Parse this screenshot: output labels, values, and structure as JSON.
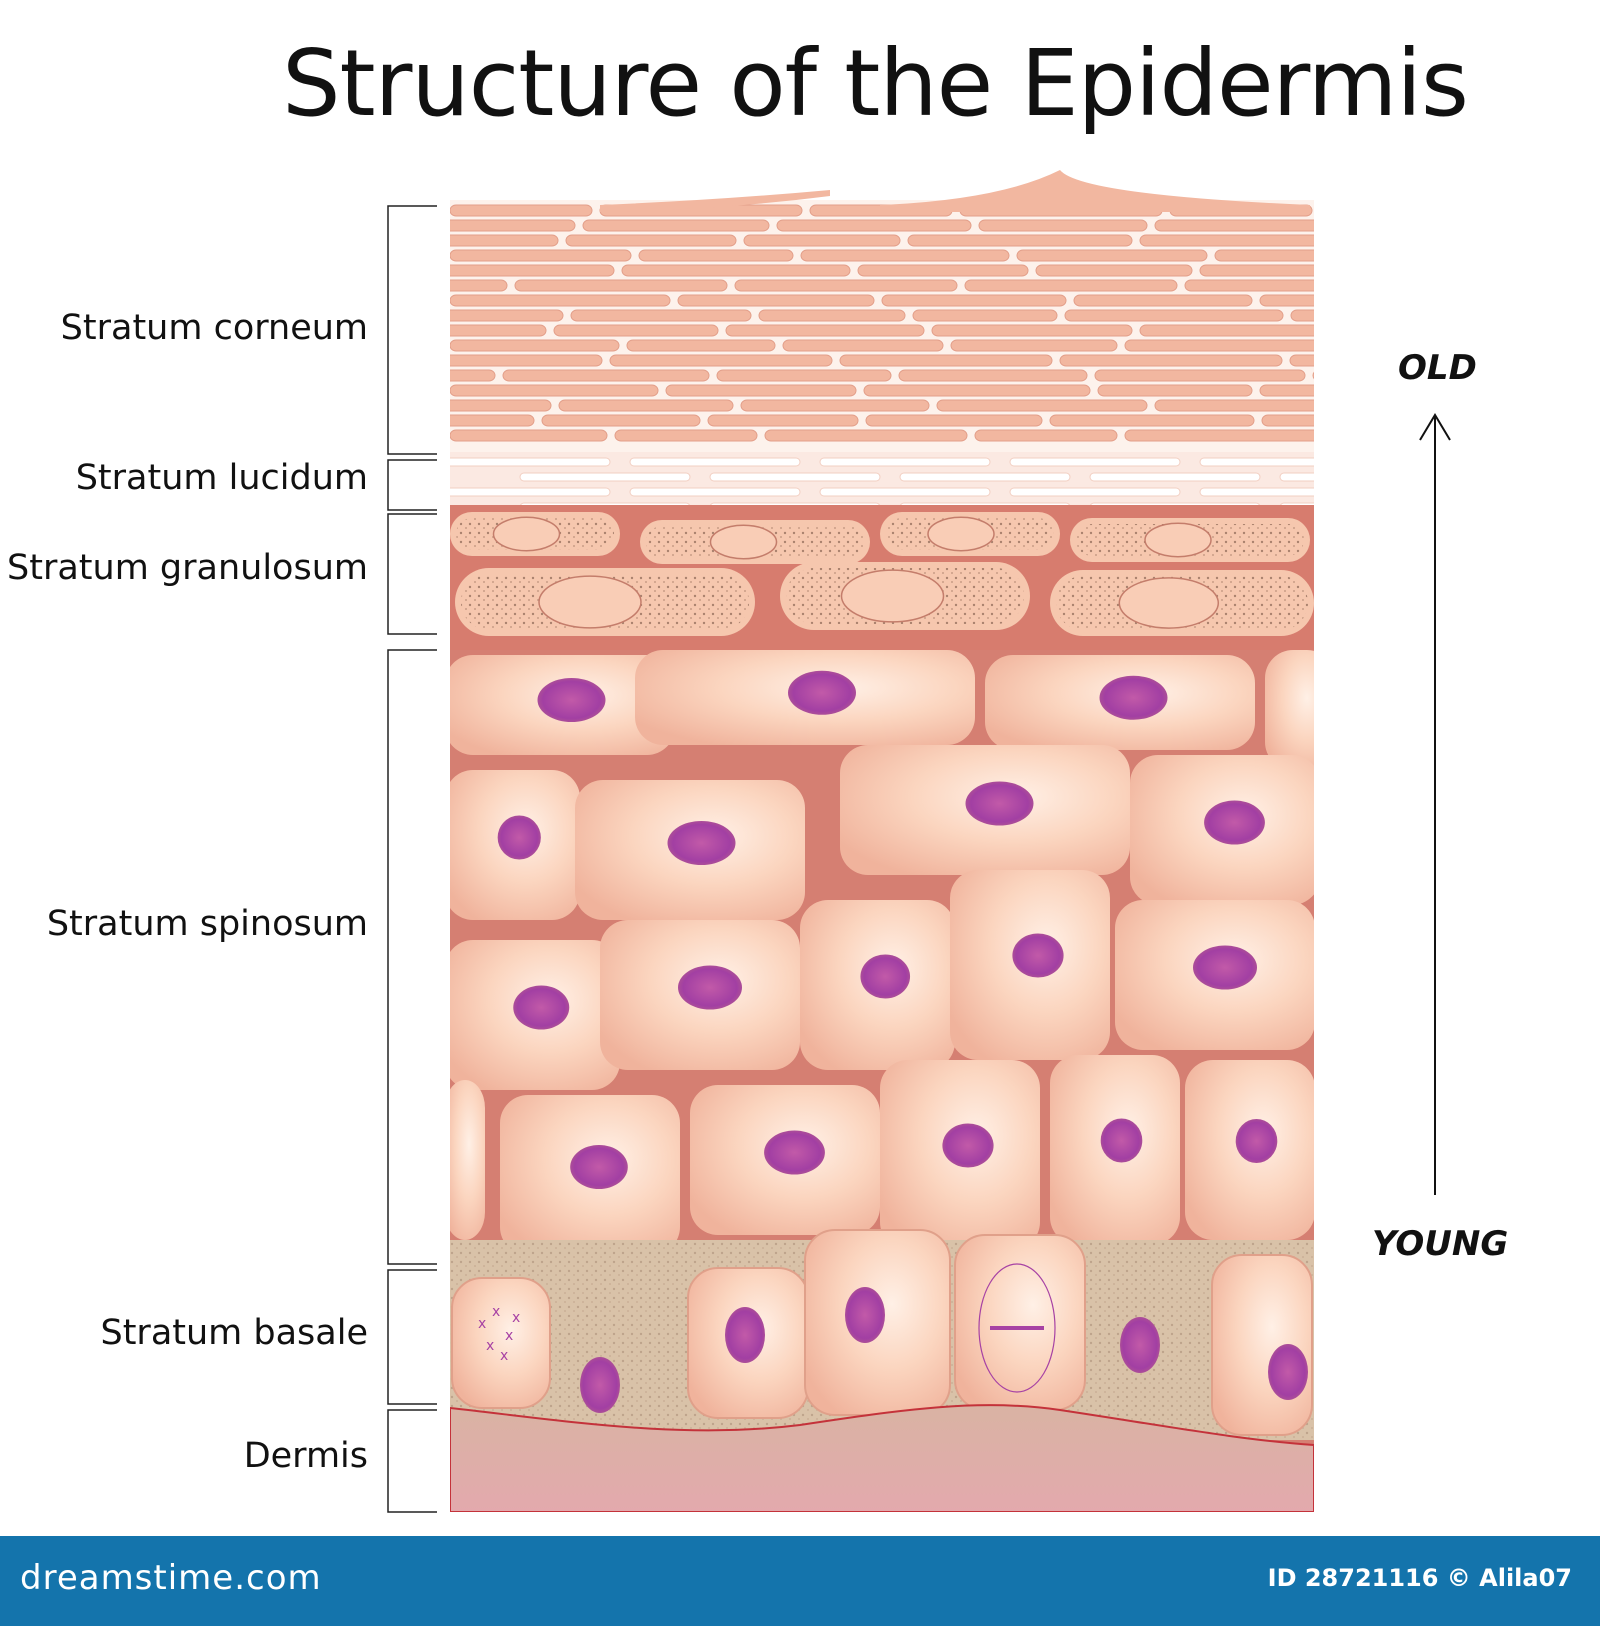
{
  "title": "Structure of the Epidermis",
  "layers": [
    {
      "id": "corneum",
      "label": "Stratum corneum"
    },
    {
      "id": "lucidum",
      "label": "Stratum lucidum"
    },
    {
      "id": "granulosum",
      "label": "Stratum granulosum"
    },
    {
      "id": "spinosum",
      "label": "Stratum spinosum"
    },
    {
      "id": "basale",
      "label": "Stratum basale"
    },
    {
      "id": "dermis",
      "label": "Dermis"
    }
  ],
  "age_axis": {
    "top_label": "OLD",
    "bottom_label": "YOUNG"
  },
  "footer": {
    "brand": "dreamstime.com",
    "credit": "ID 28721116 © Alila07"
  },
  "colors": {
    "cell_fill": "#f7c9ae",
    "cell_border": "#d77c6e",
    "nucleus": "#a742a4",
    "corneum": "#f2b7a0",
    "dermis": "#dfa6a0",
    "footer": "#1474ac"
  }
}
